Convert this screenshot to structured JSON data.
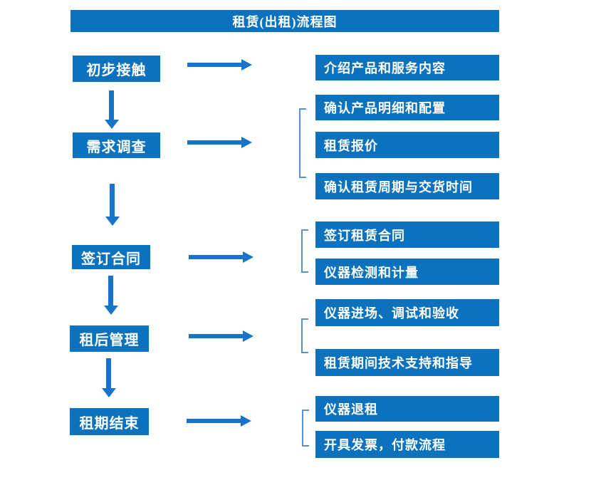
{
  "title": "租赁(出租)流程图",
  "colors": {
    "box_blue": "#0D72BD",
    "arrow_blue": "#1874C9",
    "bracket_blue": "#5A8FCB",
    "text_white": "#FFFFFF"
  },
  "steps": [
    {
      "label": "初步接触",
      "details": [
        "介绍产品和服务内容"
      ]
    },
    {
      "label": "需求调查",
      "details": [
        "确认产品明细和配置",
        "租赁报价",
        "确认租赁周期与交货时间"
      ]
    },
    {
      "label": "签订合同",
      "details": [
        "签订租赁合同",
        "仪器检测和计量"
      ]
    },
    {
      "label": "租后管理",
      "details": [
        "仪器进场、调试和验收",
        "租赁期间技术支持和指导"
      ]
    },
    {
      "label": "租期结束",
      "details": [
        "仪器退租",
        "开具发票，付款流程"
      ]
    }
  ]
}
